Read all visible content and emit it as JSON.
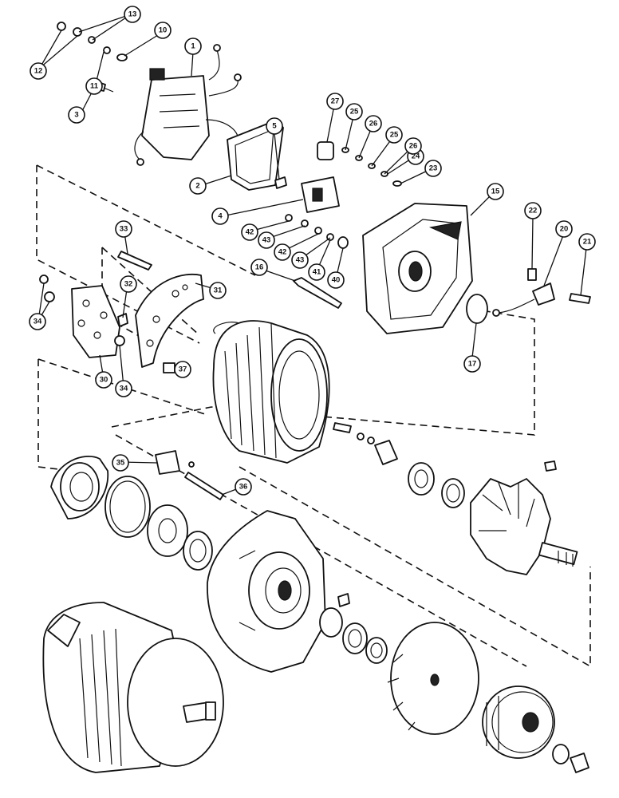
{
  "diagram": {
    "callouts": [
      "1",
      "2",
      "3",
      "4",
      "5",
      "10",
      "11",
      "12",
      "13",
      "15",
      "16",
      "17",
      "20",
      "21",
      "22",
      "23",
      "24",
      "25",
      "26",
      "27",
      "30",
      "31",
      "32",
      "33",
      "34",
      "35",
      "36",
      "37",
      "40",
      "41",
      "42",
      "43"
    ]
  }
}
